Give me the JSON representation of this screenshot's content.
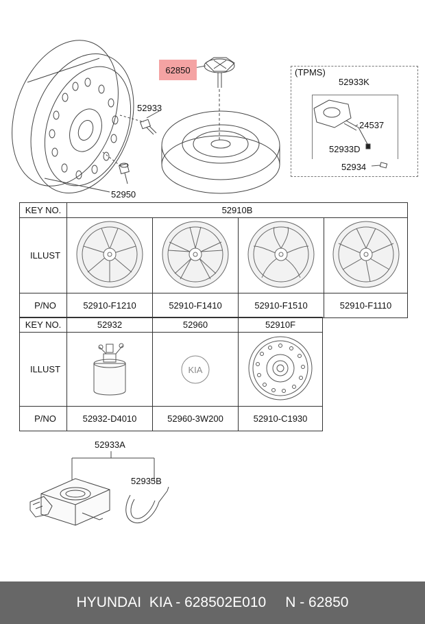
{
  "top": {
    "callouts": {
      "wheel_bolt": "52933",
      "lug_nut": "52950",
      "spare_cap": "62850",
      "tpms_title": "(TPMS)",
      "tpms_kit": "52933K",
      "tpms_valve": "24537",
      "tpms_nut": "52933D",
      "tpms_core": "52934"
    },
    "highlight_color": "#f4a3a3"
  },
  "table1": {
    "key_label": "KEY NO.",
    "key_value": "52910B",
    "illust_label": "ILLUST",
    "pno_label": "P/NO",
    "parts": [
      "52910-F1210",
      "52910-F1410",
      "52910-F1510",
      "52910-F1110"
    ]
  },
  "table2": {
    "key_label": "KEY NO.",
    "illust_label": "ILLUST",
    "pno_label": "P/NO",
    "keys": [
      "52932",
      "52960",
      "52910F"
    ],
    "parts": [
      "52932-D4010",
      "52960-3W200",
      "52910-C1930"
    ],
    "emblem_text": "KIA"
  },
  "bottom": {
    "kit_callout": "52933A",
    "hose_callout": "52935B"
  },
  "footer": {
    "brand": "HYUNDAI  KIA - 628502E010",
    "ref": "N - 62850",
    "bg_color": "#676767"
  }
}
